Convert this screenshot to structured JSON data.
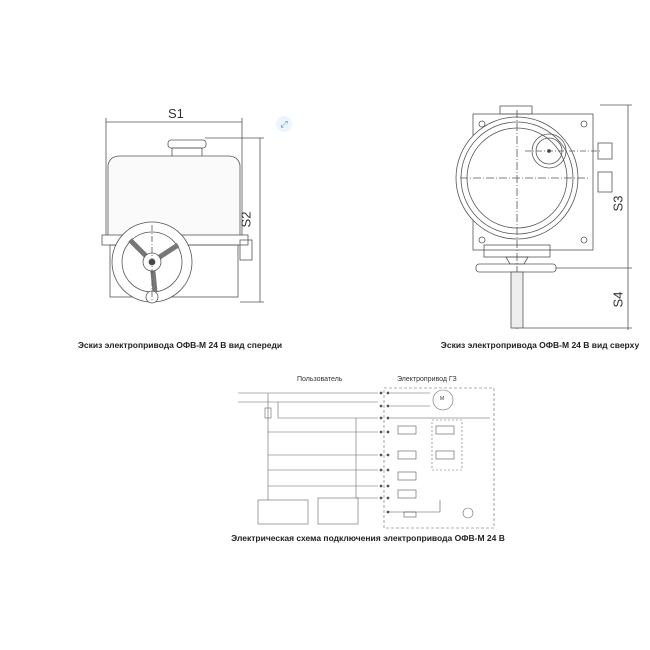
{
  "front_view": {
    "caption": "Эскиз электропривода ОФВ-М 24 В вид спереди",
    "dim_width": "S1",
    "dim_height": "S2"
  },
  "top_view": {
    "caption": "Эскиз электропривода ОФВ-М 24 В вид сверху",
    "dim_body": "S3",
    "dim_stem": "S4"
  },
  "schematic": {
    "caption": "Электрическая схема подключения электропривода ОФВ-М 24 В",
    "user_header": "Пользователь",
    "actuator_header": "Электропривод ГЗ",
    "motor_label": "M"
  },
  "icons": {
    "expand": "expand-icon"
  }
}
